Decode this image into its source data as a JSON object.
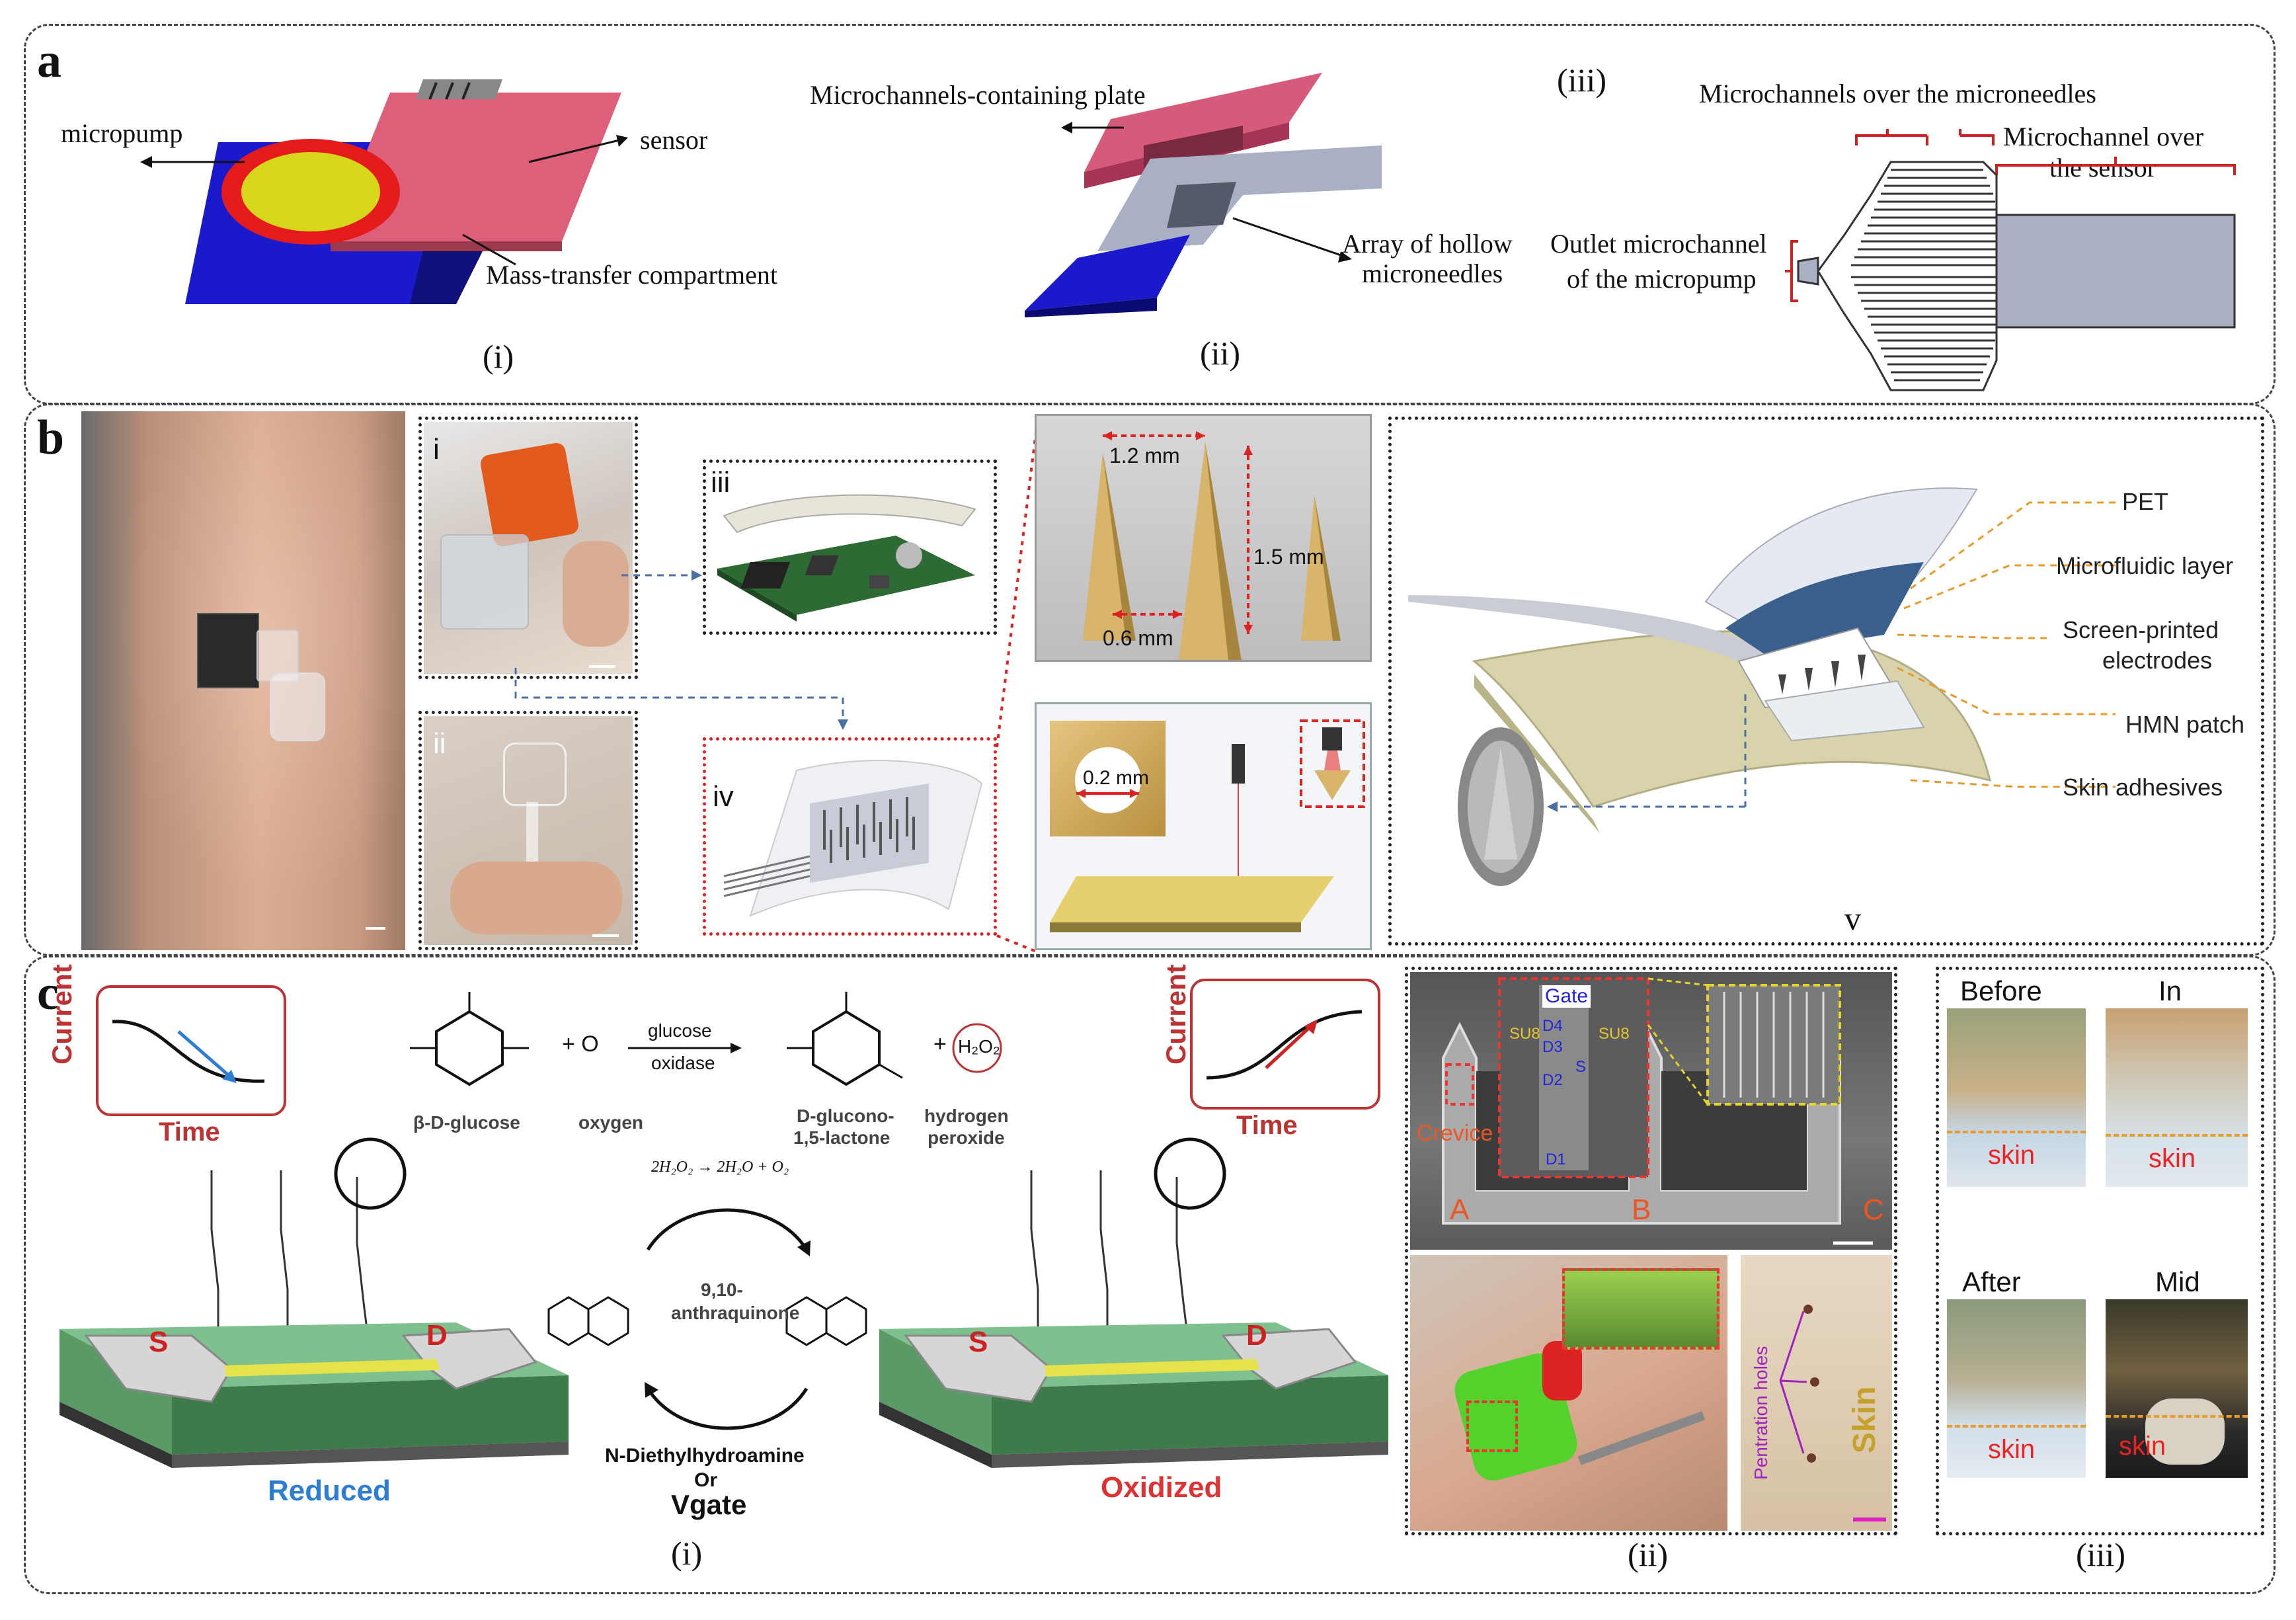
{
  "panel_letters": {
    "a": "a",
    "b": "b",
    "c": "c"
  },
  "panel_a": {
    "i": {
      "micropump": "micropump",
      "sensor": "sensor",
      "mass_transfer": "Mass-transfer compartment",
      "caption": "(i)",
      "colors": {
        "base": "#1a1acc",
        "sensor": "#dd5f7a",
        "ring": "#e31b1b",
        "disc": "#d6d61a"
      }
    },
    "ii": {
      "plate": "Microchannels-containing plate",
      "array_line1": "Array of hollow",
      "array_line2": "microneedles",
      "caption": "(ii)"
    },
    "iii": {
      "heading": "(iii)",
      "over_needles": "Microchannels over the microneedles",
      "over_sensor_line1": "Microchannel over",
      "over_sensor_line2": "the sensor",
      "outlet_line1": "Outlet microchannel",
      "outlet_line2": "of the micropump"
    }
  },
  "panel_b": {
    "sub_i": "i",
    "sub_ii": "ii",
    "sub_iii": "iii",
    "sub_iv": "iv",
    "sub_v": "v",
    "dim_12": "1.2 mm",
    "dim_15": "1.5 mm",
    "dim_06": "0.6 mm",
    "dim_02": "0.2 mm",
    "layers": [
      "PET",
      "Microfluidic layer",
      "Screen-printed",
      "electrodes",
      "HMN patch",
      "Skin adhesives"
    ]
  },
  "panel_c": {
    "current": "Current",
    "time": "Time",
    "reaction": {
      "glucose": "β-D-glucose",
      "plus1": "+ O",
      "oxygen": "oxygen",
      "enzyme_top": "glucose",
      "enzyme_bottom": "oxidase",
      "product": "D-glucono-",
      "product2": "1,5-lactone",
      "plus2": "+",
      "h2o2": "H₂O₂",
      "hydrogen": "hydrogen",
      "peroxide": "peroxide",
      "decomp": "2H₂O₂ → 2H₂O + O₂",
      "anthra1": "9,10-",
      "anthra2": "anthraquinone",
      "amine1": "N-Diethylhydroamine",
      "amine2": "Or",
      "amine3": "Vgate"
    },
    "reduced": "Reduced",
    "oxidized": "Oxidized",
    "S": "S",
    "D": "D",
    "caption_i": "(i)",
    "caption_ii": "(ii)",
    "caption_iii": "(iii)",
    "sem": {
      "gate": "Gate",
      "d4": "D4",
      "d3": "D3",
      "d2": "D2",
      "d1": "D1",
      "su8a": "SU8",
      "su8b": "SU8",
      "s": "S",
      "crevice": "Crevice",
      "A": "A",
      "B": "B",
      "C": "C"
    },
    "penetration": "Pentration holes",
    "skin_word": "Skin",
    "iii_labels": {
      "before": "Before",
      "in": "In",
      "after": "After",
      "mid": "Mid",
      "skin": "skin"
    }
  }
}
